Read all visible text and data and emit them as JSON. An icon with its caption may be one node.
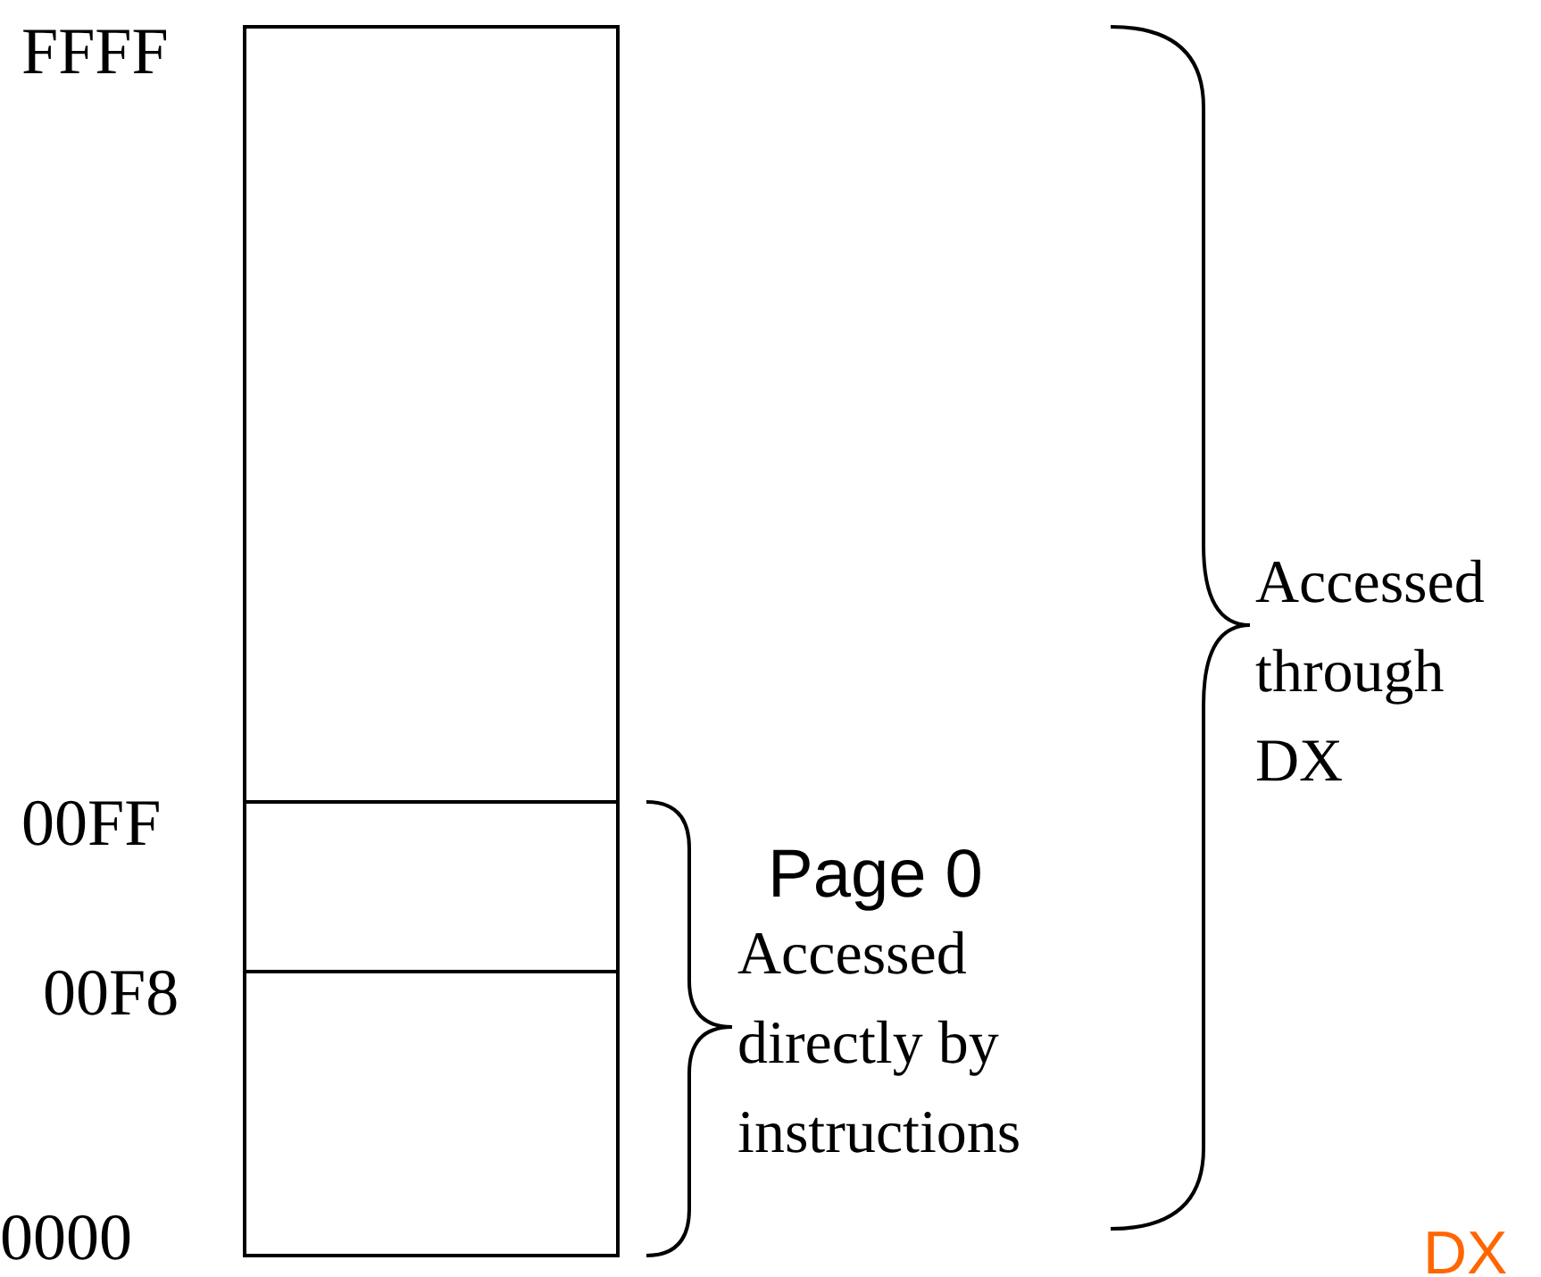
{
  "diagram": {
    "labels": [
      "FFFF",
      "00FF",
      "00F8",
      "0000",
      "Page 0",
      "Accessed directly by instructions",
      "Accessed through DX",
      "DX"
    ]
  }
}
